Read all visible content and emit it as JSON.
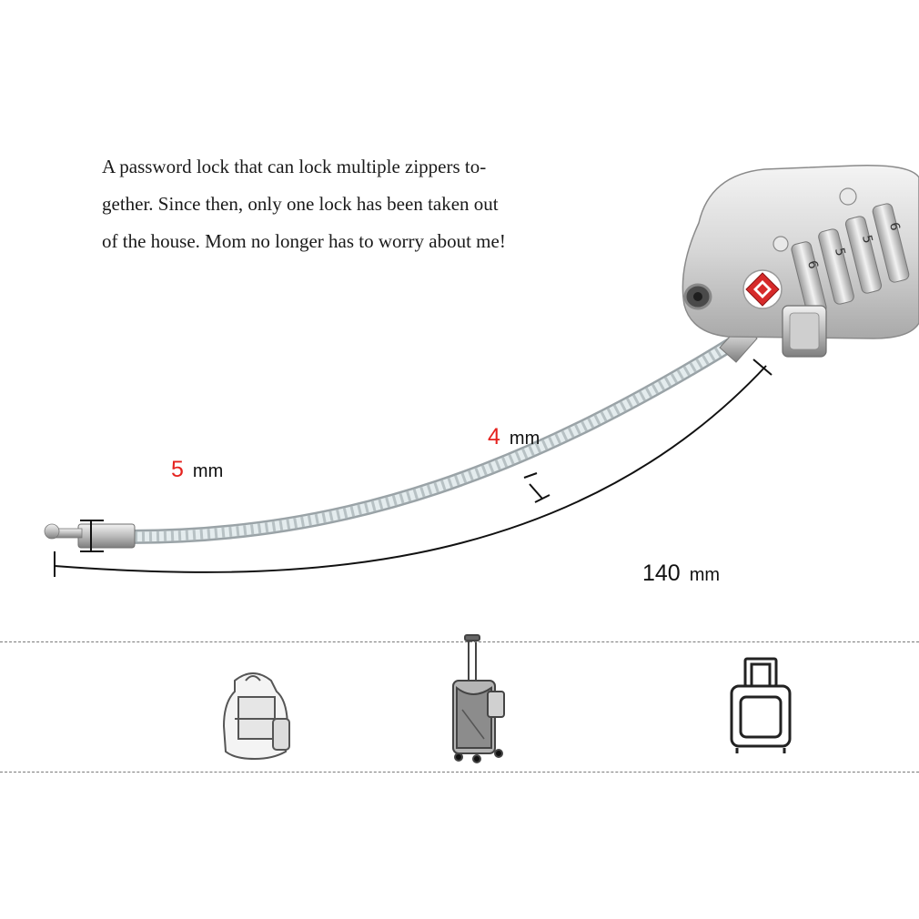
{
  "description": {
    "lines": [
      "A password lock that can lock multiple zippers to-",
      "gether. Since then, only one lock has been taken out",
      "of the house. Mom no longer has to worry about me!"
    ]
  },
  "dimensions": {
    "end_diameter": {
      "value": "5",
      "unit": "mm"
    },
    "cable_diameter": {
      "value": "4",
      "unit": "mm"
    },
    "cable_length": {
      "value": "140",
      "unit": "mm"
    }
  },
  "lock": {
    "dials": [
      "6",
      "5",
      "5",
      "6"
    ],
    "tsa_badge_color": "#d62a2a",
    "body_color": "#d9d9d9"
  },
  "usage_icons": [
    "backpack-icon",
    "rolling-luggage-icon",
    "suitcase-icon"
  ]
}
